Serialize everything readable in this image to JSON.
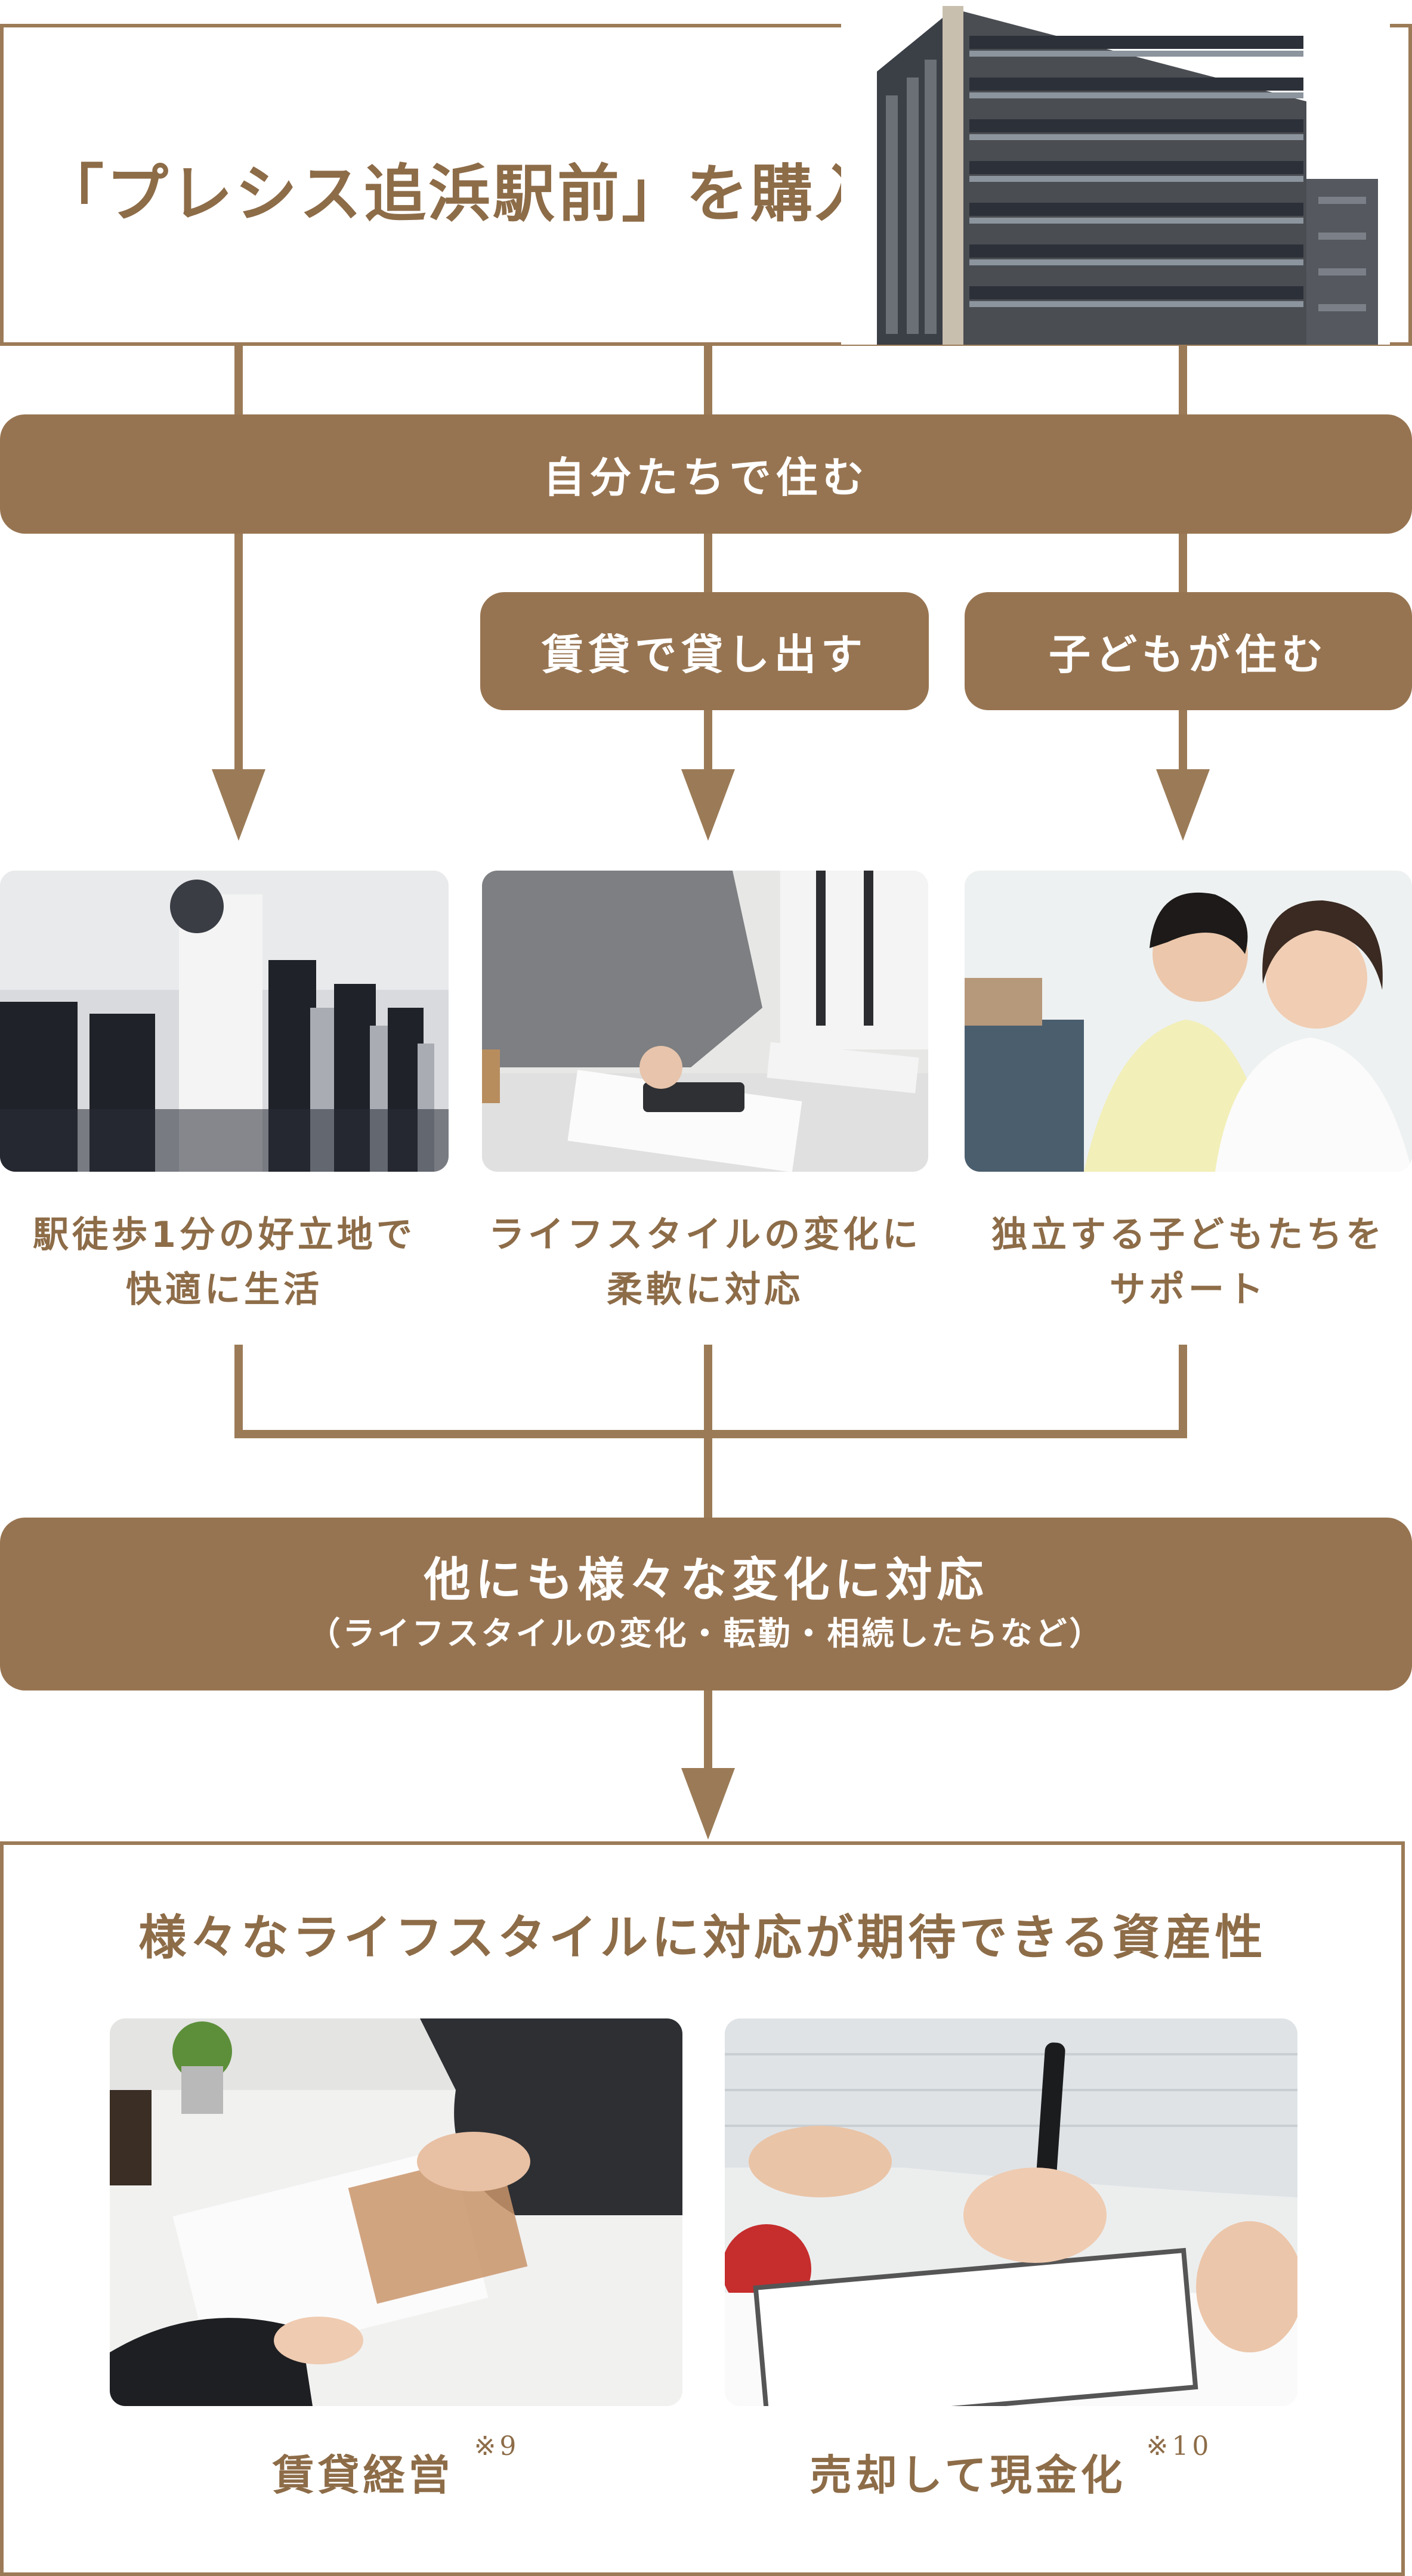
{
  "header": {
    "title": "「プレシス追浜駅前」を購入"
  },
  "options": {
    "live_ourselves": "自分たちで住む",
    "rent_out": "賃貸で貸し出す",
    "children_live": "子どもが住む"
  },
  "benefits": [
    {
      "line1": "駅徒歩1分の好立地で",
      "line2": "快適に生活"
    },
    {
      "line1": "ライフスタイルの変化に",
      "line2": "柔軟に対応"
    },
    {
      "line1": "独立する子どもたちを",
      "line2": "サポート"
    }
  ],
  "other_changes": {
    "title": "他にも様々な変化に対応",
    "subtitle": "（ライフスタイルの変化・転勤・相続したらなど）"
  },
  "asset_value": {
    "title": "様々なライフスタイルに対応が期待できる資産性",
    "items": [
      {
        "label": "賃貸経営",
        "note": "※9"
      },
      {
        "label": "売却して現金化",
        "note": "※10"
      }
    ]
  },
  "colors": {
    "brown": "#977451",
    "line": "#9b7b57",
    "text": "#8d6c48"
  }
}
